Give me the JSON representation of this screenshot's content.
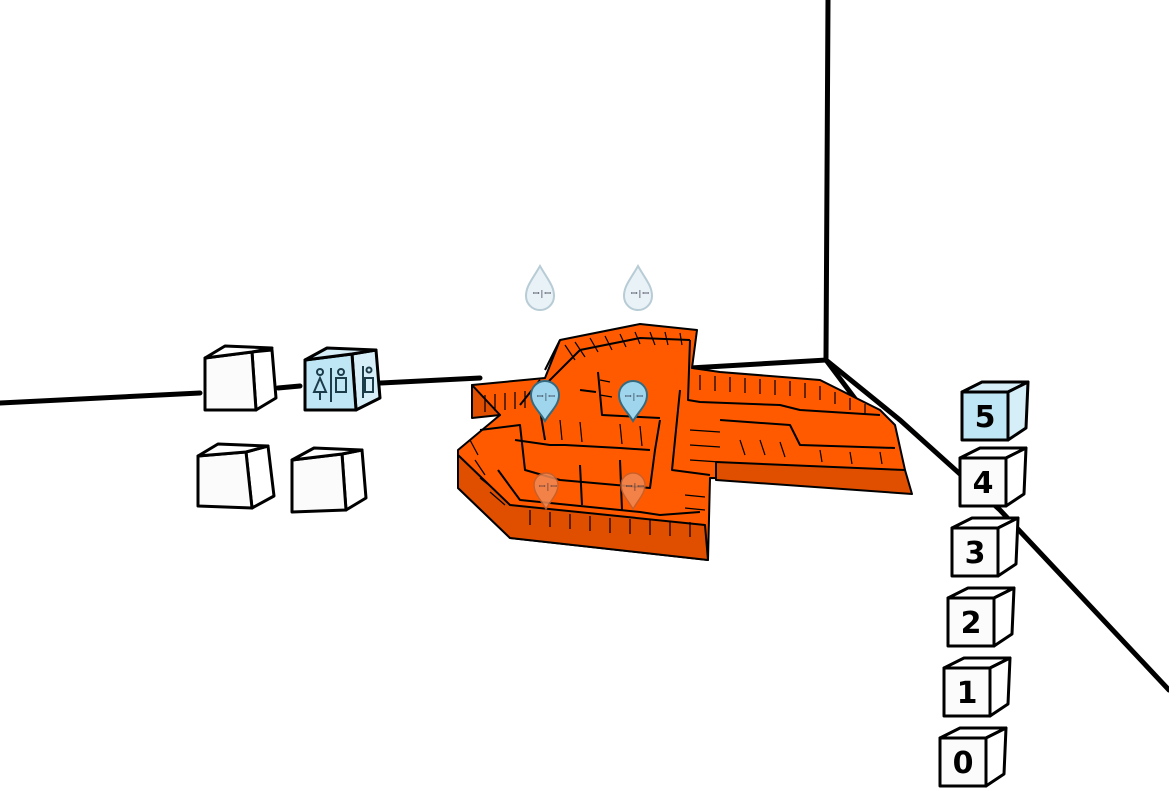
{
  "floors": [
    {
      "label": "5",
      "active": true
    },
    {
      "label": "4",
      "active": false
    },
    {
      "label": "3",
      "active": false
    },
    {
      "label": "2",
      "active": false
    },
    {
      "label": "1",
      "active": false
    },
    {
      "label": "0",
      "active": false
    }
  ],
  "pins": [
    {
      "glyph": "ꟷ|ꟷ",
      "state": "faded"
    },
    {
      "glyph": "ꟷ|ꟷ",
      "state": "faded"
    },
    {
      "glyph": "ꟷ|ꟷ",
      "state": "active"
    },
    {
      "glyph": "ꟷ|ꟷ",
      "state": "active"
    },
    {
      "glyph": "ꟷ|ꟷ",
      "state": "below"
    },
    {
      "glyph": "ꟷ|ꟷ",
      "state": "below"
    }
  ],
  "colors": {
    "building": "#ff5a00",
    "active_button": "#bfe6f5",
    "inactive_button": "#fbfbfb",
    "line": "#000000",
    "pin_faded": "#d8e6ec",
    "pin_active": "#9fd6ee",
    "pin_below": "#f08a55"
  },
  "toolbar": {
    "icons": [
      "empty",
      "toilets-icon",
      "empty",
      "empty"
    ]
  }
}
